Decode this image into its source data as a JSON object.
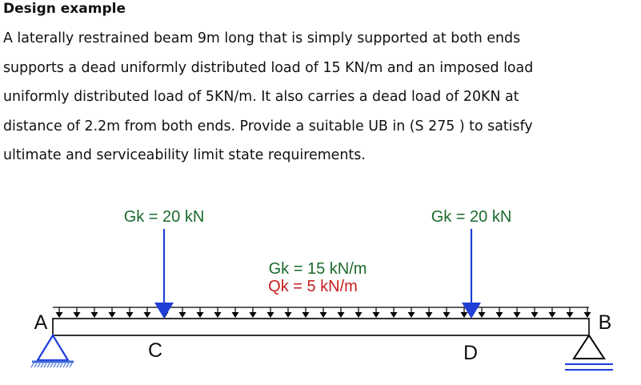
{
  "document": {
    "title": "Design example",
    "lines": [
      "A laterally restrained beam 9m long that is simply supported at both ends",
      "supports a dead uniformly distributed load of 15 KN/m and an imposed load",
      "uniformly distributed load of 5KN/m. It also carries a dead load of 20KN at",
      "distance of 2.2m from both ends. Provide a suitable UB in (S 275 ) to satisfy",
      "ultimate and serviceability limit state requirements."
    ]
  },
  "diagram": {
    "point_load_left": "Gk = 20 kN",
    "point_load_right": "Gk = 20 kN",
    "udl_dead": "Gk = 15 kN/m",
    "udl_imposed": "Qk = 5 kN/m",
    "support_left": "A",
    "support_right": "B",
    "point_c": "C",
    "point_d": "D",
    "colors": {
      "point_load": "#1f3fd6",
      "dead_text": "#1b6b2c",
      "imposed_text": "#c81e1e",
      "support_left": "#1e3ce0",
      "beam": "#000000"
    }
  }
}
